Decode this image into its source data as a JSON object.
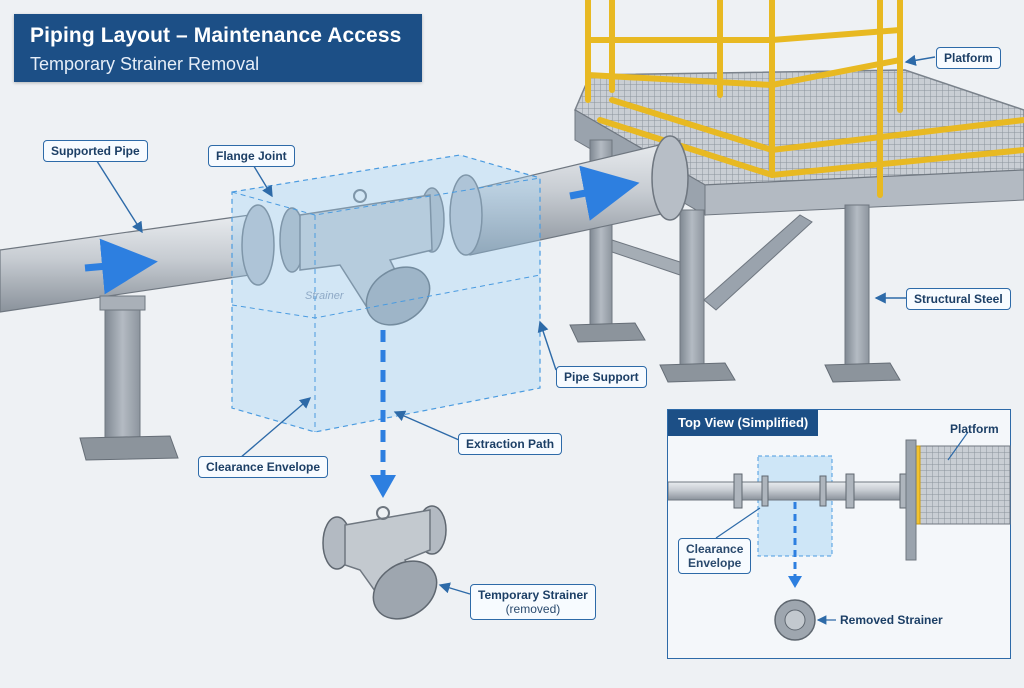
{
  "title": {
    "main": "Piping Layout – Maintenance Access",
    "sub": "Temporary Strainer Removal"
  },
  "labels": {
    "supported_pipe": "Supported Pipe",
    "flange_joint": "Flange Joint",
    "platform": "Platform",
    "structural_steel": "Structural Steel",
    "pipe_support": "Pipe Support",
    "extraction_path": "Extraction Path",
    "clearance_envelope": "Clearance Envelope",
    "temporary_strainer": "Temporary Strainer",
    "temporary_strainer_sub": "(removed)",
    "strainer_faint": "Strainer"
  },
  "inset": {
    "title": "Top View (Simplified)",
    "platform": "Platform",
    "clearance_line1": "Clearance",
    "clearance_line2": "Envelope",
    "removed_strainer": "Removed Strainer"
  },
  "colors": {
    "title_bg": "#1c4f86",
    "accent_blue": "#2d7fe0",
    "envelope_fill": "#9fd0f5",
    "steel": "#9aa3ad",
    "railing_yellow": "#f2c230"
  }
}
